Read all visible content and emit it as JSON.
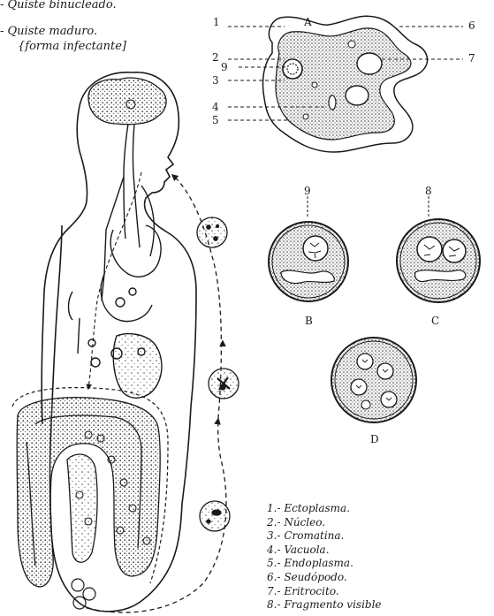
{
  "top_notes": [
    "- Quiste binucleado.",
    "- Quiste maduro.",
    "{forma infectante]"
  ],
  "trophozoite": {
    "caption": "A",
    "callouts_left": [
      "1",
      "2",
      "9",
      "3",
      "4",
      "5"
    ],
    "callouts_right": [
      "6",
      "7"
    ]
  },
  "cysts": [
    {
      "caption": "B",
      "callout": "9"
    },
    {
      "caption": "C",
      "callout": "8"
    },
    {
      "caption": "D"
    }
  ],
  "legend": [
    "1.- Ectoplasma.",
    "2.- Núcleo.",
    "3.- Cromatina.",
    "4.- Vacuola.",
    "5.- Endoplasma.",
    "6.- Seudópodo.",
    "7.- Eritrocito.",
    "8.- Fragmento visible"
  ],
  "colors": {
    "ink": "#1a1a1a",
    "paper": "#ffffff",
    "stipple": "#555555"
  }
}
